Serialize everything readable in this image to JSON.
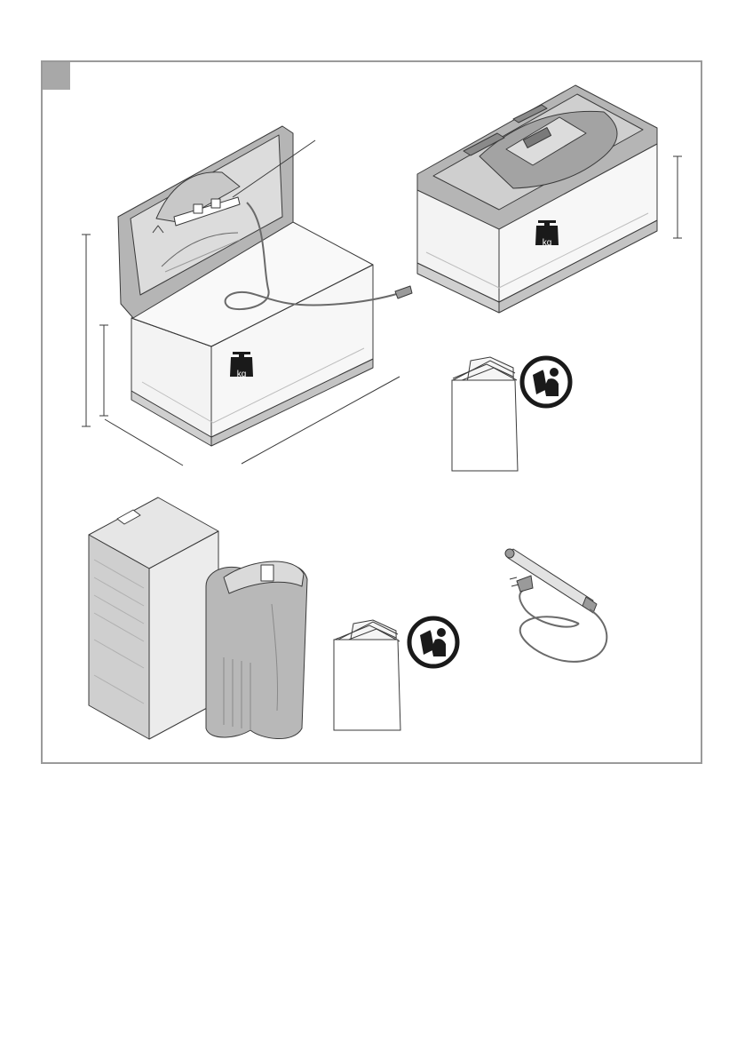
{
  "page": {
    "background": "#ffffff",
    "frame_color": "#9a9a9a",
    "tab_color": "#a8a8a8"
  },
  "weight_badge": {
    "label": "kg"
  },
  "icons": [
    "weight-icon",
    "read-manual-icon",
    "manual-booklet",
    "power-plug",
    "heater",
    "filter",
    "filter-packaging",
    "aquarium-tank",
    "aquarium-lid"
  ],
  "colors": {
    "line": "#3a3a3a",
    "glass": "#f2f2f2",
    "lid": "#b5b5b5",
    "base": "#d0d0d0",
    "badge": "#1a1a1a"
  }
}
